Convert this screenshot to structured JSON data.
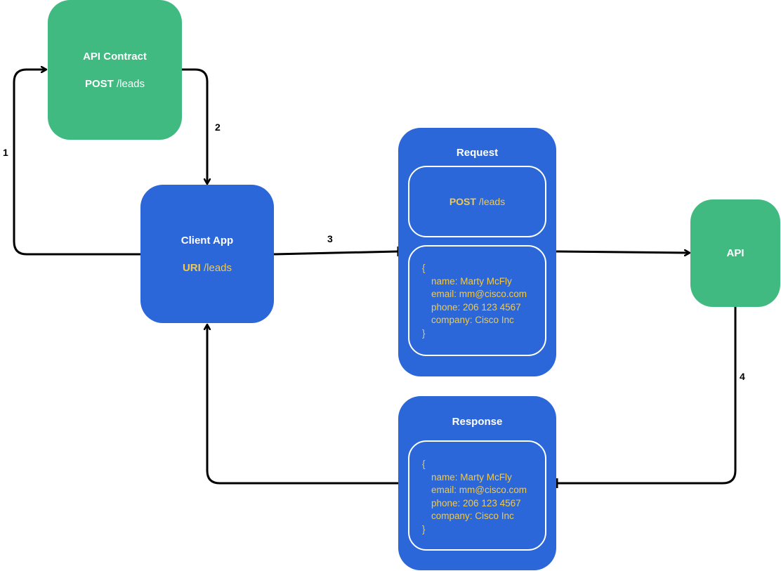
{
  "api_contract": {
    "title": "API Contract",
    "method": "POST",
    "path": " /leads"
  },
  "client_app": {
    "title": "Client  App",
    "uri_label": "URI",
    "path": " /leads"
  },
  "request": {
    "title": "Request",
    "method": "POST",
    "path": " /leads",
    "body": {
      "open": "{",
      "name": "name: Marty McFly",
      "email": "email: mm@cisco.com",
      "phone": "phone: 206 123 4567",
      "company": "company: Cisco Inc",
      "close": "}"
    }
  },
  "api": {
    "title": "API"
  },
  "response": {
    "title": "Response",
    "body": {
      "open": "{",
      "name": "name: Marty McFly",
      "email": "email: mm@cisco.com",
      "phone": "phone: 206 123 4567",
      "company": "company: Cisco Inc",
      "close": "}"
    }
  },
  "steps": {
    "s1": "1",
    "s2": "2",
    "s3": "3",
    "s4": "4"
  },
  "colors": {
    "green": "#40ba80",
    "blue": "#2b67d8",
    "highlight": "#f2c94c",
    "edge": "#000000"
  }
}
